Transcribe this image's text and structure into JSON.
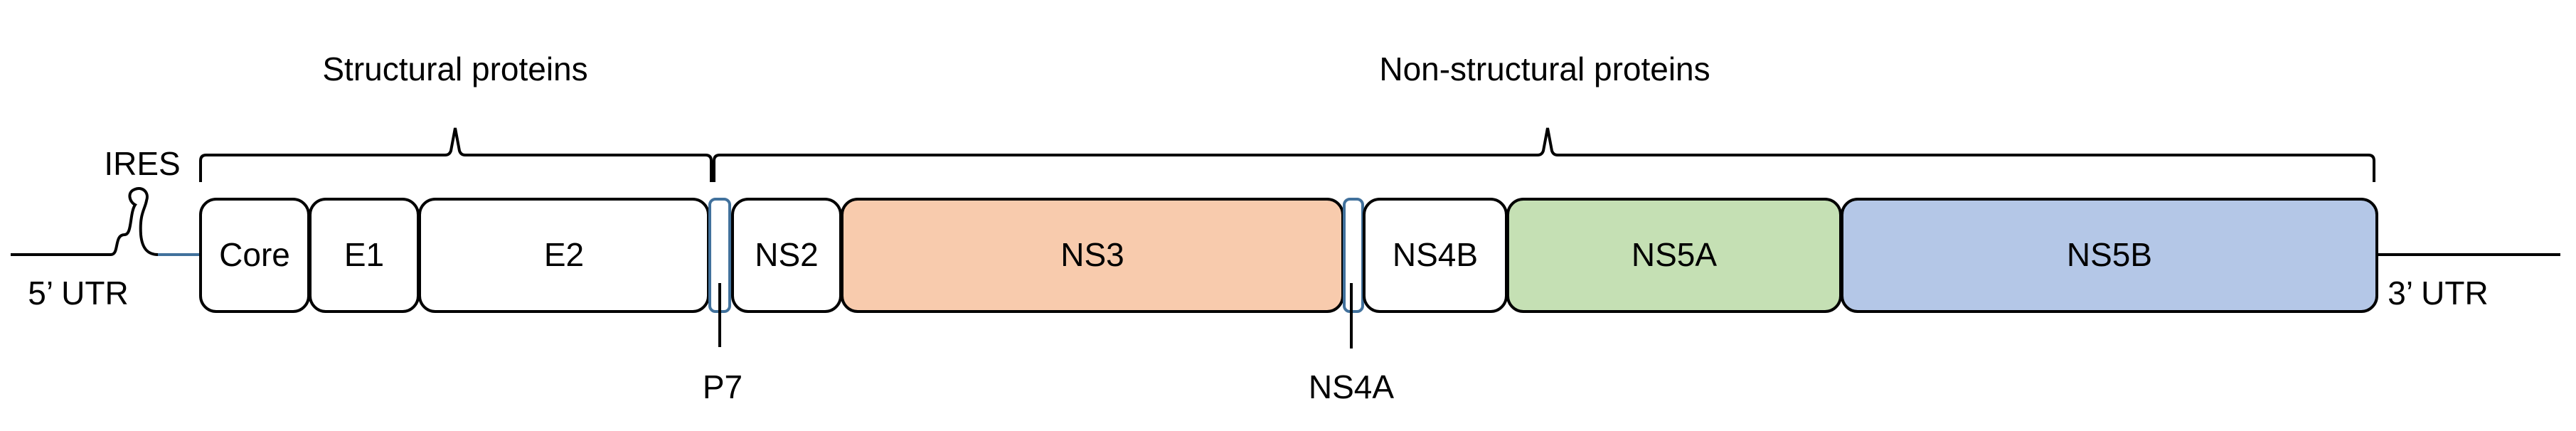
{
  "groups": {
    "structural": "Structural proteins",
    "nonstructural": "Non-structural proteins"
  },
  "labels": {
    "ires": "IRES",
    "utr5": "5’ UTR",
    "utr3": "3’ UTR",
    "p7": "P7",
    "ns4a": "NS4A"
  },
  "proteins": [
    {
      "key": "core",
      "label": "Core",
      "fill": "#ffffff"
    },
    {
      "key": "e1",
      "label": "E1",
      "fill": "#ffffff"
    },
    {
      "key": "e2",
      "label": "E2",
      "fill": "#ffffff"
    },
    {
      "key": "ns2",
      "label": "NS2",
      "fill": "#ffffff"
    },
    {
      "key": "ns3",
      "label": "NS3",
      "fill": "#f8cbad"
    },
    {
      "key": "ns4b",
      "label": "NS4B",
      "fill": "#ffffff"
    },
    {
      "key": "ns5a",
      "label": "NS5A",
      "fill": "#c5e0b4"
    },
    {
      "key": "ns5b",
      "label": "NS5B",
      "fill": "#b4c7e7"
    }
  ],
  "colors": {
    "outline": "#000000",
    "small_segment": "#41719c",
    "utr_line": "#000000",
    "ires_line": "#000000"
  }
}
